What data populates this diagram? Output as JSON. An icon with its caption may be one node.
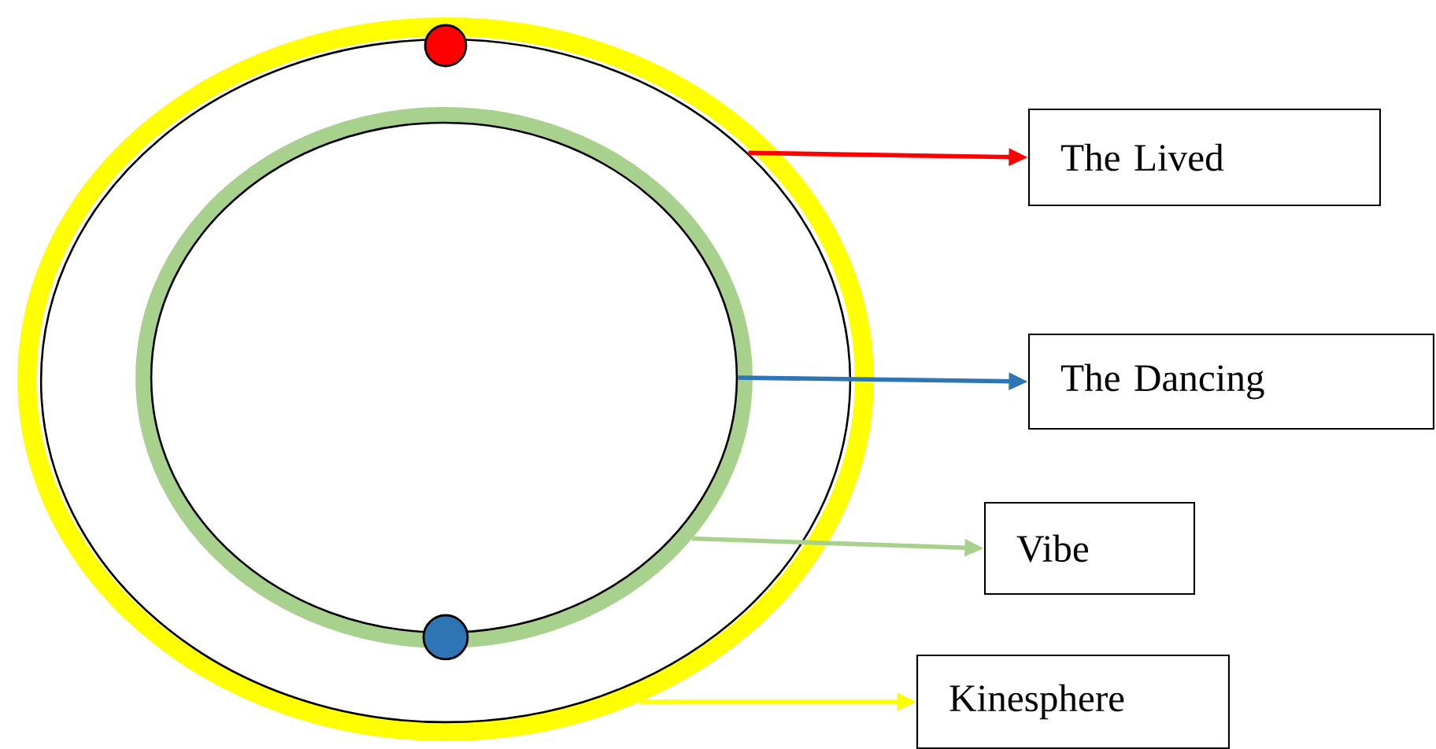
{
  "diagram": {
    "nodes": [
      {
        "text": [],
        "shape": "ellipse"
      },
      {
        "text": [],
        "shape": "ellipse",
        "in": 0
      },
      {
        "text": [],
        "shape": "ellipse",
        "in": 1
      },
      {
        "text": [],
        "shape": "ellipse",
        "in": 2
      },
      {
        "text": [],
        "shape": "circle",
        "in": 0
      },
      {
        "text": [],
        "shape": "circle",
        "in": 1
      },
      {
        "text": [
          "The Lived"
        ]
      },
      {
        "text": [
          "The Dancing"
        ]
      },
      {
        "text": [
          "Vibe"
        ]
      },
      {
        "text": [
          "Kinesphere"
        ]
      }
    ],
    "edges": [
      {
        "from": 1,
        "to": 6,
        "arrow": "to",
        "color": "#ff0000"
      },
      {
        "from": 3,
        "to": 7,
        "arrow": "to",
        "color": "#2e75b6"
      },
      {
        "from": 2,
        "to": 8,
        "arrow": "to",
        "color": "#a9d18e"
      },
      {
        "from": 0,
        "to": 9,
        "arrow": "to",
        "color": "#ffff00"
      }
    ]
  }
}
